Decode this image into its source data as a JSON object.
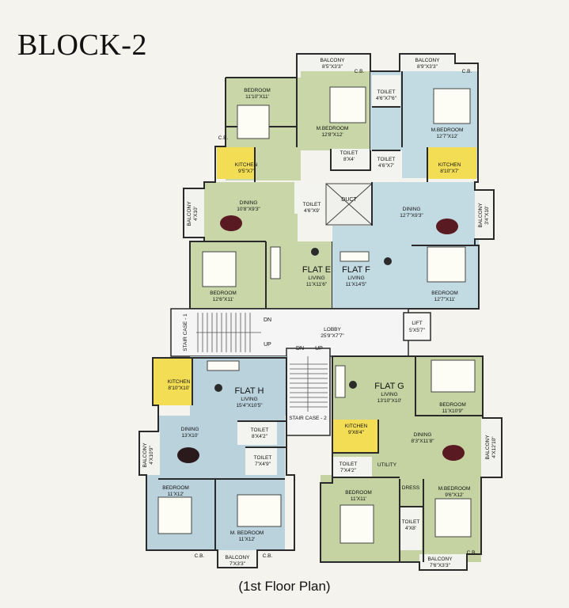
{
  "title": "BLOCK-2",
  "caption": "(1st Floor Plan)",
  "colors": {
    "flat_e": "#c9d6a8",
    "flat_f": "#c2dbe3",
    "flat_h": "#b9d2dc",
    "flat_g": "#c5d3a2",
    "kitchen": "#f2dd55",
    "common": "#f5f5f5",
    "furniture": "#fdfcf5",
    "table": "#5a1a22"
  },
  "rooms": {
    "e_bed1": {
      "name": "BEDROOM",
      "size": "11'10\"X11'"
    },
    "e_mbed": {
      "name": "M.BEDROOM",
      "size": "12'8\"X12'"
    },
    "e_balcony_top": {
      "name": "BALCONY",
      "size": "8'5\"X3'3\""
    },
    "e_cb1": {
      "name": "C.B."
    },
    "e_cb2": {
      "name": "C.B."
    },
    "e_kitchen": {
      "name": "KITCHEN",
      "size": "9'5\"X7'"
    },
    "e_dining": {
      "name": "DINING",
      "size": "10'8\"X9'3\""
    },
    "e_balcony_side": {
      "name": "BALCONY",
      "size": "4'X10'"
    },
    "e_toilet1": {
      "name": "TOILET",
      "size": "8'X4'"
    },
    "e_toilet2": {
      "name": "TOILET",
      "size": "4'6\"X9'"
    },
    "e_bed2": {
      "name": "BEDROOM",
      "size": "12'6\"X11'"
    },
    "e_living": {
      "flat": "FLAT E",
      "name": "LIVING",
      "size": "11'X11'6\""
    },
    "f_balcony_top": {
      "name": "BALCONY",
      "size": "8'9\"X3'3\""
    },
    "f_cb": {
      "name": "C.B."
    },
    "f_toilet1": {
      "name": "TOILET",
      "size": "4'6\"X7'6\""
    },
    "f_toilet2": {
      "name": "TOILET",
      "size": "4'6\"X7'"
    },
    "f_mbed": {
      "name": "M.BEDROOM",
      "size": "12'7\"X12'"
    },
    "f_kitchen": {
      "name": "KITCHEN",
      "size": "8'10\"X7'"
    },
    "duct": {
      "name": "DUCT"
    },
    "f_dining": {
      "name": "DINING",
      "size": "12'7\"X9'3\""
    },
    "f_balcony_side": {
      "name": "BALCONY",
      "size": "3'4\"X10'"
    },
    "f_living": {
      "flat": "FLAT F",
      "name": "LIVING",
      "size": "11'X14'5\""
    },
    "f_bed": {
      "name": "BEDROOM",
      "size": "12'7\"X11'"
    },
    "lobby": {
      "name": "LOBBY",
      "size": "25'9\"X7'7\""
    },
    "lift": {
      "name": "LIFT",
      "size": "5'X5'7\""
    },
    "stair1": {
      "name": "STAIR CASE - 1",
      "dn": "DN",
      "up": "UP"
    },
    "stair2": {
      "name": "STAIR CASE - 2",
      "dn": "DN",
      "up": "UP"
    },
    "h_kitchen": {
      "name": "KITCHEN",
      "size": "8'10\"X10'"
    },
    "h_living": {
      "flat": "FLAT H",
      "name": "LIVING",
      "size": "15'4\"X10'5\""
    },
    "h_dining": {
      "name": "DINING",
      "size": "13'X10'"
    },
    "h_balcony_side": {
      "name": "BALCONY",
      "size": "4'X10'9\""
    },
    "h_toilet1": {
      "name": "TOILET",
      "size": "8'X4'2\""
    },
    "h_toilet2": {
      "name": "TOILET",
      "size": "7'X4'9\""
    },
    "h_bed": {
      "name": "BEDROOM",
      "size": "11'X12'"
    },
    "h_mbed": {
      "name": "M. BEDROOM",
      "size": "11'X12'"
    },
    "h_balcony_bottom": {
      "name": "BALCONY",
      "size": "7'X3'3\""
    },
    "h_cb1": {
      "name": "C.B."
    },
    "h_cb2": {
      "name": "C.B."
    },
    "g_living": {
      "flat": "FLAT G",
      "name": "LIVING",
      "size": "13'10\"X10'"
    },
    "g_bed1": {
      "name": "BEDROOM",
      "size": "11'X10'9\""
    },
    "g_kitchen": {
      "name": "KITCHEN",
      "size": "9'X6'4\""
    },
    "g_dining": {
      "name": "DINING",
      "size": "8'3\"X11'8\""
    },
    "g_balcony_side": {
      "name": "BALCONY",
      "size": "4'X12'10\""
    },
    "g_toilet1": {
      "name": "TOILET",
      "size": "7'X4'2\""
    },
    "g_utility": {
      "name": "UTILITY"
    },
    "g_bed2": {
      "name": "BEDROOM",
      "size": "11'X11'"
    },
    "g_dress": {
      "name": "DRESS"
    },
    "g_mbed": {
      "name": "M.BEDROOM",
      "size": "9'6\"X12'"
    },
    "g_toilet2": {
      "name": "TOILET",
      "size": "4'X8'"
    },
    "g_balcony_bottom": {
      "name": "BALCONY",
      "size": "7'6\"X3'3\""
    },
    "g_cb": {
      "name": "C.B."
    }
  }
}
